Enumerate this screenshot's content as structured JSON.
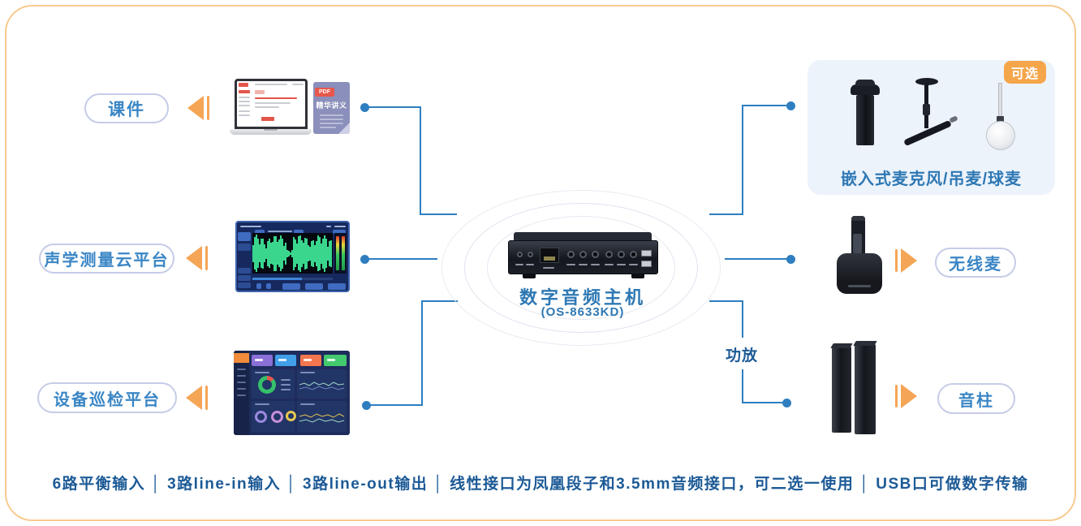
{
  "nodes": {
    "courseware": "课件",
    "acoustic_platform": "声学测量云平台",
    "inspection_platform": "设备巡检平台",
    "wireless_mic": "无线麦",
    "speaker_column": "音柱",
    "amplifier": "功放"
  },
  "mic_panel": {
    "badge": "可选",
    "label": "嵌入式麦克风/吊麦/球麦"
  },
  "host": {
    "title": "数字音频主机",
    "model": "(OS-8633KD)"
  },
  "pdf": {
    "tag": "PDF",
    "title": "精华讲义"
  },
  "footer": {
    "specs": "6路平衡输入 │ 3路line-in输入 │ 3路line-out输出 │ 线性接口为凤凰段子和3.5mm音频接口，可二选一使用 │ USB口可做数字传输"
  },
  "colors": {
    "connector_blue": "#2e7ec0",
    "arrow_orange": "#f5a556",
    "label_blue": "#3a86c5",
    "deep_blue": "#1c5a96",
    "badge_orange": "#f5a54a",
    "frame_orange": "#f8ca8f",
    "panel_bg": "#ecf3fb"
  }
}
